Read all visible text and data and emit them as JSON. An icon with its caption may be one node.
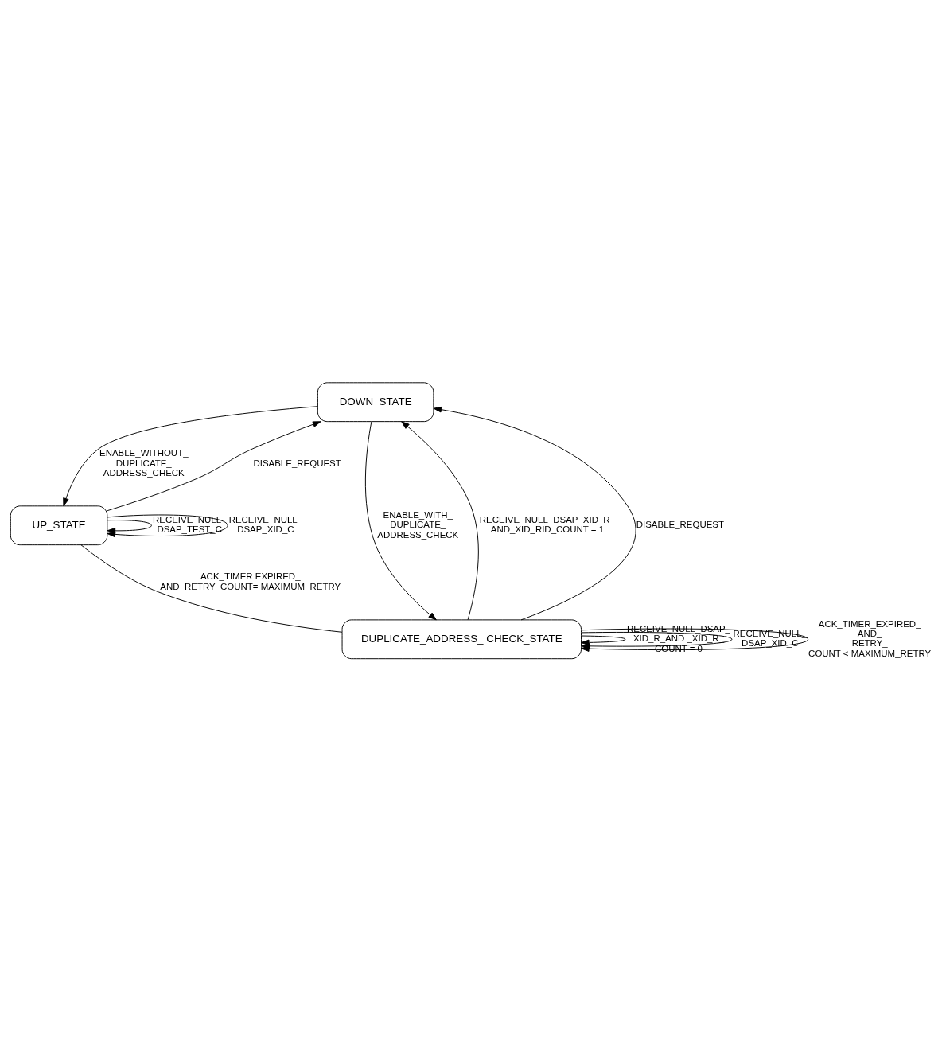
{
  "diagram": {
    "nodes": [
      {
        "text": [
          "DOWN_STATE"
        ]
      },
      {
        "text": [
          "UP_STATE"
        ]
      },
      {
        "text": [
          "DUPLICATE_ADDRESS_ CHECK_STATE"
        ]
      }
    ],
    "edges": [
      {
        "from": 0,
        "to": 1,
        "arrow": "to",
        "label": "ENABLE_WITHOUT_ DUPLICATE_ ADDRESS_CHECK"
      },
      {
        "from": 1,
        "to": 0,
        "arrow": "to",
        "label": "DISABLE_REQUEST"
      },
      {
        "from": 1,
        "to": 1,
        "arrow": "to",
        "label": "RECEIVE_NULL_ DSAP_TEST_C"
      },
      {
        "from": 1,
        "to": 1,
        "arrow": "to",
        "label": "RECEIVE_NULL_ DSAP_XID_C"
      },
      {
        "from": 2,
        "to": 1,
        "arrow": "none",
        "label": "ACK_TIMER EXPIRED_ AND_RETRY_COUNT= MAXIMUM_RETRY"
      },
      {
        "from": 2,
        "to": 0,
        "arrow": "to",
        "label": "RECEIVE_NULL_DSAP_XID_R_ AND_XID_RID_COUNT = 1"
      },
      {
        "from": 2,
        "to": 0,
        "arrow": "to",
        "label": "DISABLE_REQUEST"
      },
      {
        "from": 0,
        "to": 2,
        "arrow": "to",
        "label": "ENABLE_WITH_ DUPLICATE_ ADDRESS_CHECK"
      },
      {
        "from": 2,
        "to": 2,
        "arrow": "to",
        "label": "RECEIVE_NULL_DSAP_ XID_R_AND _XID_R_ COUNT = 0"
      },
      {
        "from": 2,
        "to": 2,
        "arrow": "to",
        "label": "RECEIVE_NULL_ DSAP_XID_C"
      },
      {
        "from": 2,
        "to": 2,
        "arrow": "to",
        "label": "ACK_TIMER_EXPIRED_ AND_ RETRY_ COUNT < MAXIMUM_RETRY"
      }
    ]
  }
}
